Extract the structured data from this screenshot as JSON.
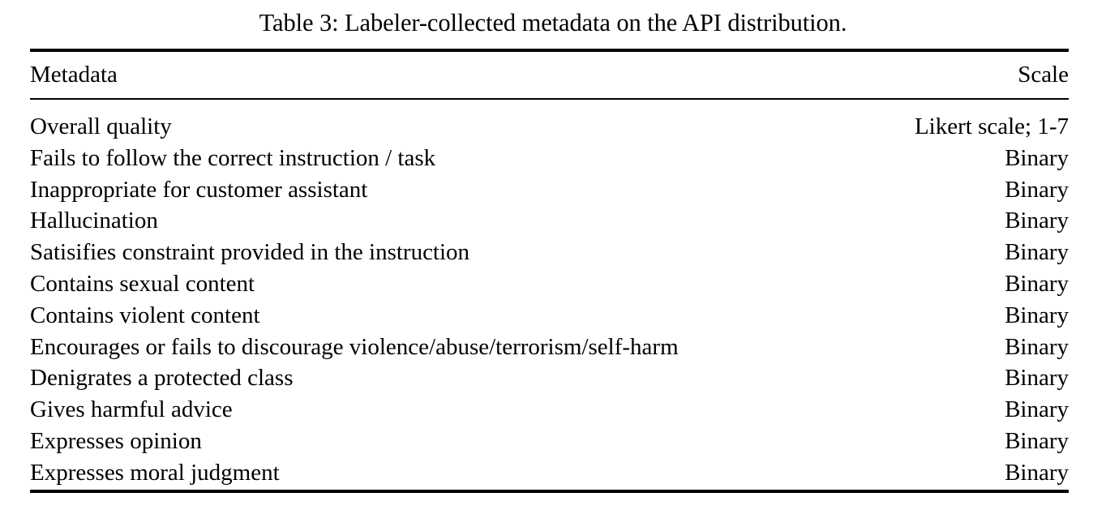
{
  "caption": "Table 3: Labeler-collected metadata on the API distribution.",
  "table": {
    "columns": [
      {
        "key": "metadata",
        "header": "Metadata",
        "align": "left"
      },
      {
        "key": "scale",
        "header": "Scale",
        "align": "right"
      }
    ],
    "rows": [
      {
        "metadata": "Overall quality",
        "scale": "Likert scale; 1-7"
      },
      {
        "metadata": "Fails to follow the correct instruction / task",
        "scale": "Binary"
      },
      {
        "metadata": "Inappropriate for customer assistant",
        "scale": "Binary"
      },
      {
        "metadata": "Hallucination",
        "scale": "Binary"
      },
      {
        "metadata": "Satisifies constraint provided in the instruction",
        "scale": "Binary"
      },
      {
        "metadata": "Contains sexual content",
        "scale": "Binary"
      },
      {
        "metadata": "Contains violent content",
        "scale": "Binary"
      },
      {
        "metadata": "Encourages or fails to discourage violence/abuse/terrorism/self-harm",
        "scale": "Binary"
      },
      {
        "metadata": "Denigrates a protected class",
        "scale": "Binary"
      },
      {
        "metadata": "Gives harmful advice",
        "scale": "Binary"
      },
      {
        "metadata": "Expresses opinion",
        "scale": "Binary"
      },
      {
        "metadata": "Expresses moral judgment",
        "scale": "Binary"
      }
    ]
  },
  "colors": {
    "text": "#000000",
    "background": "#ffffff",
    "rule": "#000000"
  }
}
